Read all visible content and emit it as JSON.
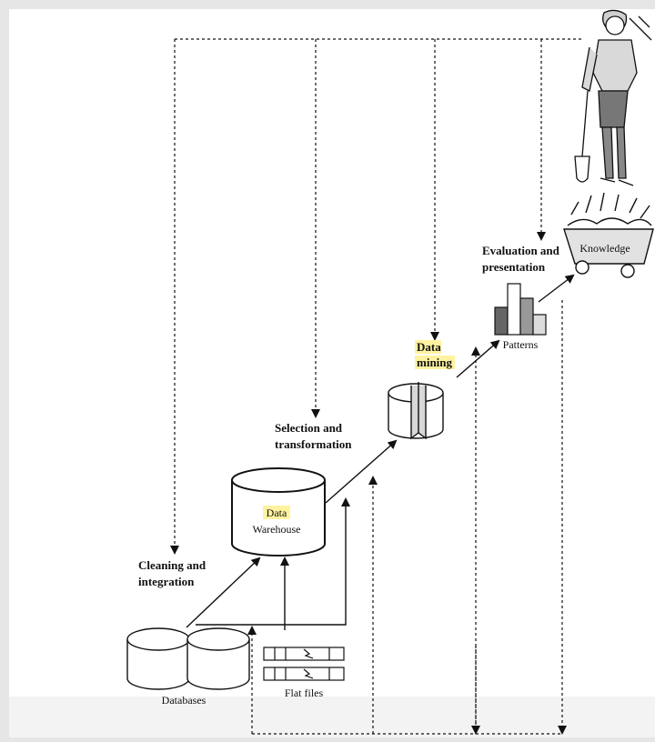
{
  "diagram": {
    "stages": {
      "cleaning": [
        "Cleaning and",
        "integration"
      ],
      "selection": [
        "Selection and",
        "transformation"
      ],
      "mining": [
        "Data",
        "mining"
      ],
      "evaluation": [
        "Evaluation and",
        "presentation"
      ]
    },
    "nodes": {
      "databases": "Databases",
      "flat_files": "Flat files",
      "warehouse": [
        "Data",
        "Warehouse"
      ],
      "patterns": "Patterns",
      "knowledge": "Knowledge"
    },
    "colors": {
      "highlight": "#fff3a0",
      "line": "#111111",
      "background": "#ffffff",
      "frame": "#e6e6e6"
    }
  }
}
